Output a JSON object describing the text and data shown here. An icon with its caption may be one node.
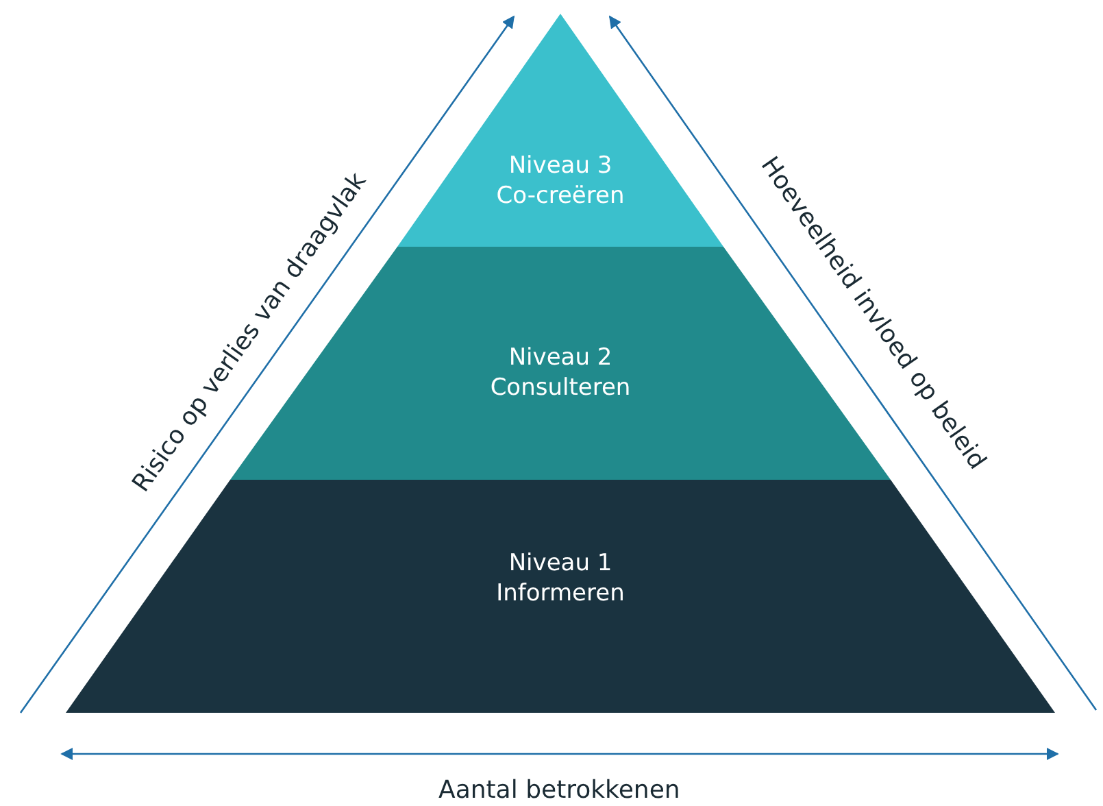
{
  "diagram": {
    "nodes": [
      {
        "text": [
          "Niveau 3",
          "Co-creëren"
        ]
      },
      {
        "text": [
          "Niveau 2",
          "Consulteren"
        ]
      },
      {
        "text": [
          "Niveau 1",
          "Informeren"
        ]
      }
    ],
    "labels": [
      "Risico op verlies van draagvlak",
      "Hoeveelheid invloed op beleid",
      "Aantal betrokkenen"
    ]
  }
}
